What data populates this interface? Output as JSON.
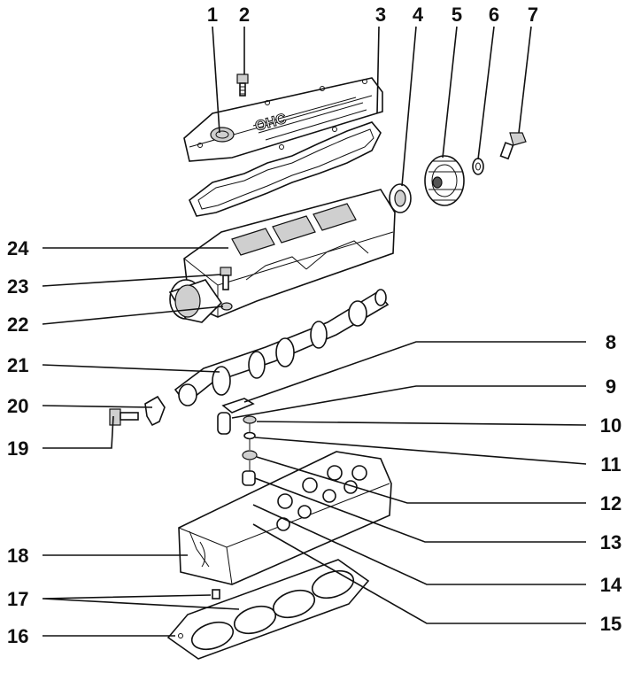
{
  "labels": {
    "l1": "1",
    "l2": "2",
    "l3": "3",
    "l4": "4",
    "l5": "5",
    "l6": "6",
    "l7": "7",
    "l8": "8",
    "l9": "9",
    "l10": "10",
    "l11": "11",
    "l12": "12",
    "l13": "13",
    "l14": "14",
    "l15": "15",
    "l16": "16",
    "l17": "17",
    "l18": "18",
    "l19": "19",
    "l20": "20",
    "l21": "21",
    "l22": "22",
    "l23": "23",
    "l24": "24"
  },
  "emblem": "OHC"
}
